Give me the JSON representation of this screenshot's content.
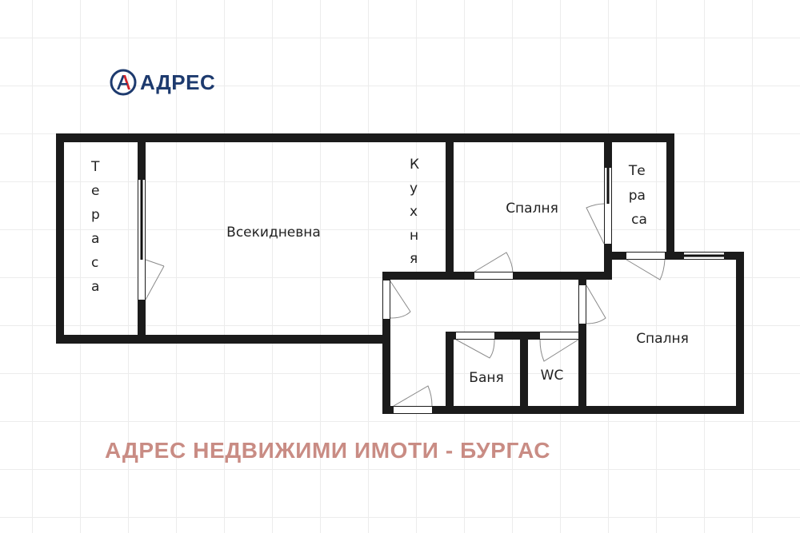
{
  "logo": {
    "text": "АДРЕС",
    "brand_color": "#1d3a6e",
    "accent_color": "#d2232a"
  },
  "rooms": {
    "terrace_left": "Тераса",
    "living_room": "Всекидневна",
    "kitchen": "Кухня",
    "bedroom_1": "Спалня",
    "terrace_right": [
      "Те",
      "ра",
      "са"
    ],
    "bedroom_2": "Спалня",
    "bathroom": "Баня",
    "wc": "WC"
  },
  "footer": {
    "text": "АДРЕС НЕДВИЖИМИ ИМОТИ - БУРГАС",
    "color": "#c98c84"
  }
}
